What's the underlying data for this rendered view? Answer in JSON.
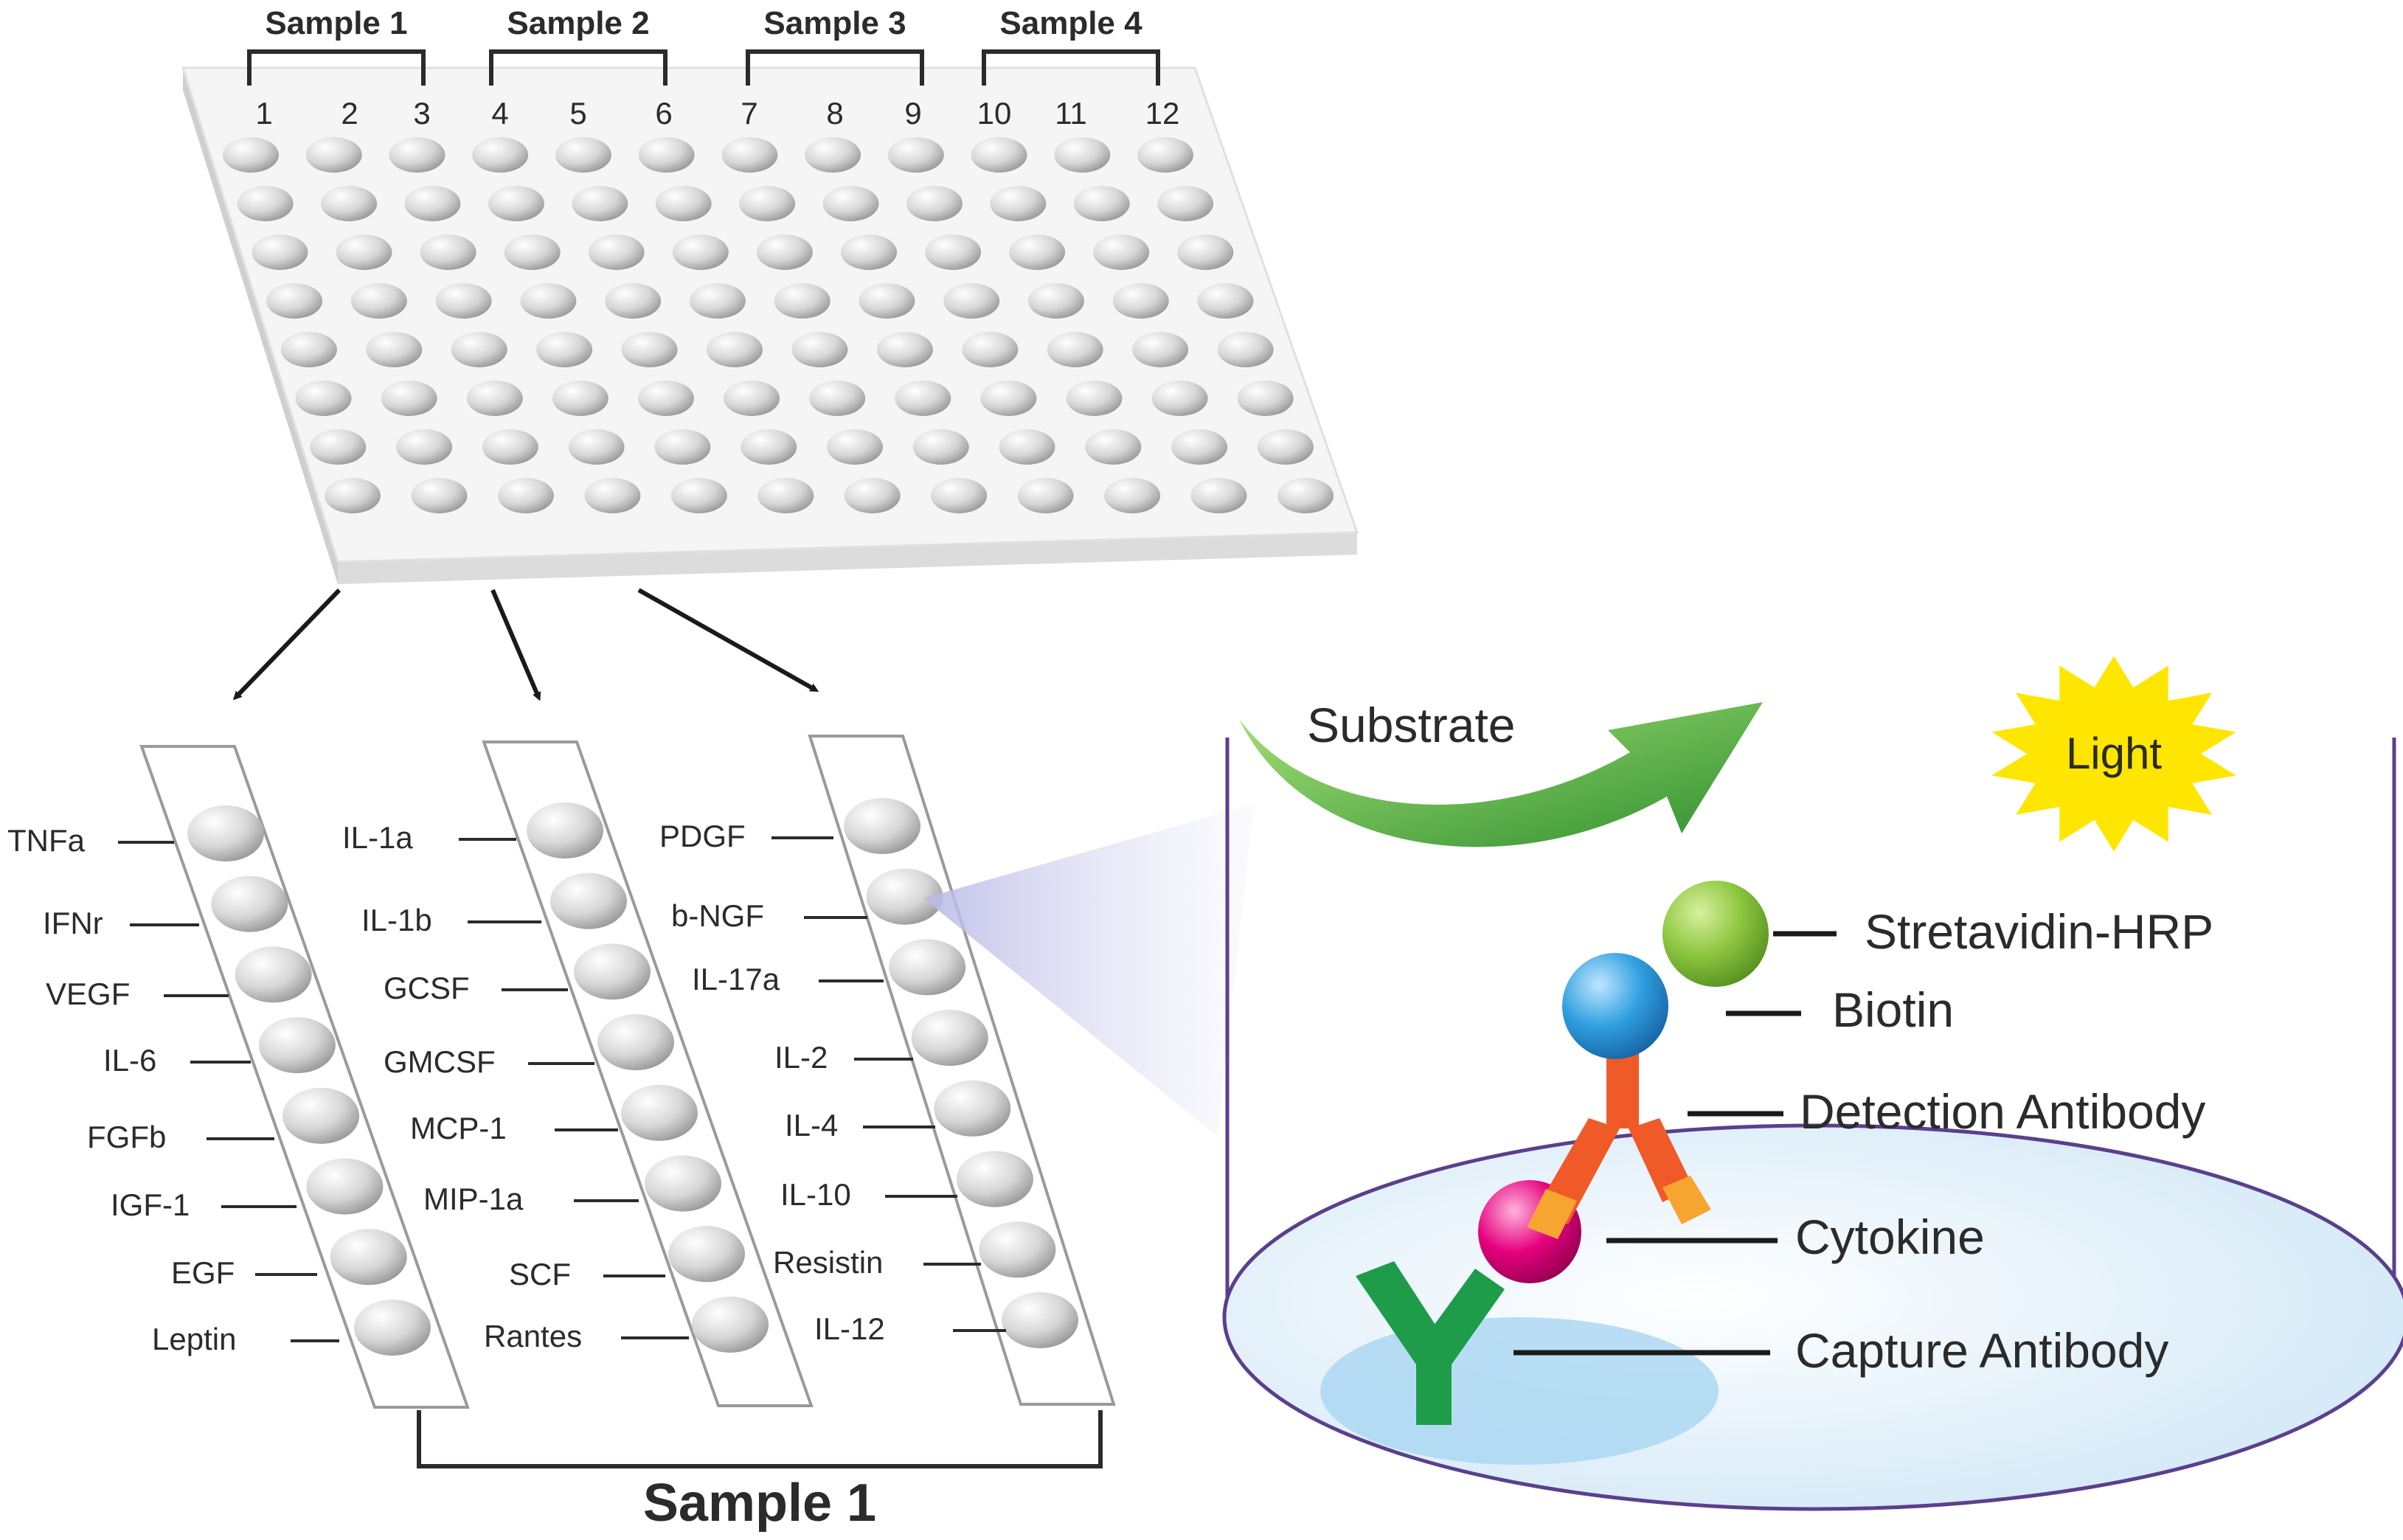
{
  "plate": {
    "sample_groups": [
      "Sample 1",
      "Sample 2",
      "Sample 3",
      "Sample 4"
    ],
    "column_numbers": [
      "1",
      "2",
      "3",
      "4",
      "5",
      "6",
      "7",
      "8",
      "9",
      "10",
      "11",
      "12"
    ],
    "rows": 8,
    "columns": 12
  },
  "strips": [
    {
      "labels": [
        "TNFa",
        "IFNr",
        "VEGF",
        "IL-6",
        "FGFb",
        "IGF-1",
        "EGF",
        "Leptin"
      ]
    },
    {
      "labels": [
        "IL-1a",
        "IL-1b",
        "GCSF",
        "GMCSF",
        "MCP-1",
        "MIP-1a",
        "SCF",
        "Rantes"
      ]
    },
    {
      "labels": [
        "PDGF",
        "b-NGF",
        "IL-17a",
        "IL-2",
        "IL-4",
        "IL-10",
        "Resistin",
        "IL-12"
      ]
    }
  ],
  "strip_group_label": "Sample 1",
  "well_detail": {
    "substrate_label": "Substrate",
    "light_label": "Light",
    "components": [
      "Stretavidin-HRP",
      "Biotin",
      "Detection Antibody",
      "Cytokine",
      "Capture Antibody"
    ]
  },
  "colors": {
    "plate_top": "#f4f4f4",
    "plate_edge": "#d9d9d9",
    "well_dark": "#9a9a9a",
    "arrow_green": "#3aa33a",
    "light_yellow": "#ffe600",
    "streptavidin": "#8cc63f",
    "biotin": "#2f9fe0",
    "detection_red": "#f05a28",
    "detection_orange": "#f7a531",
    "cytokine": "#e6007e",
    "capture_green": "#1e9c4a",
    "well_bottom": "#d8ecf8",
    "well_wall": "#5b3f8c"
  }
}
